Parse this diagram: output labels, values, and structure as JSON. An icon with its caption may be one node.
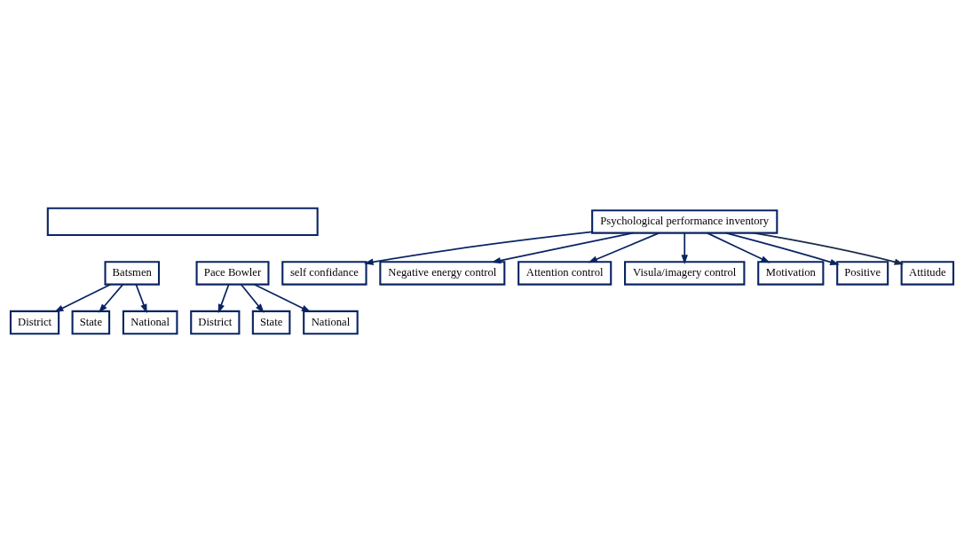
{
  "diagram": {
    "nodes": [
      {
        "text": [],
        "shape": "box"
      },
      {
        "text": [
          "Batsmen"
        ]
      },
      {
        "text": [
          "District"
        ]
      },
      {
        "text": [
          "State"
        ]
      },
      {
        "text": [
          "National"
        ]
      },
      {
        "text": [
          "Pace Bowler"
        ]
      },
      {
        "text": [
          "District"
        ]
      },
      {
        "text": [
          "State"
        ]
      },
      {
        "text": [
          "National"
        ]
      },
      {
        "text": [
          "self confidance"
        ]
      },
      {
        "text": [
          "Negative energy control"
        ]
      },
      {
        "text": [
          "Attention control"
        ]
      },
      {
        "text": [
          "Visula/imagery control"
        ]
      },
      {
        "text": [
          "Motivation"
        ]
      },
      {
        "text": [
          "Positive"
        ]
      },
      {
        "text": [
          "Attitude"
        ]
      },
      {
        "text": [
          "Psychological performance inventory"
        ]
      }
    ],
    "edges": [
      {
        "from": 1,
        "to": 2,
        "arrow": "to"
      },
      {
        "from": 1,
        "to": 3,
        "arrow": "to"
      },
      {
        "from": 1,
        "to": 4,
        "arrow": "to"
      },
      {
        "from": 5,
        "to": 6,
        "arrow": "to"
      },
      {
        "from": 5,
        "to": 7,
        "arrow": "to"
      },
      {
        "from": 5,
        "to": 8,
        "arrow": "to"
      },
      {
        "from": 16,
        "to": 9,
        "arrow": "to"
      },
      {
        "from": 16,
        "to": 10,
        "arrow": "to"
      },
      {
        "from": 16,
        "to": 11,
        "arrow": "to"
      },
      {
        "from": 16,
        "to": 12,
        "arrow": "to"
      },
      {
        "from": 16,
        "to": 13,
        "arrow": "to"
      },
      {
        "from": 16,
        "to": 14,
        "arrow": "to"
      },
      {
        "from": 16,
        "to": 15,
        "arrow": "to",
        "color": "#1a2b4a"
      }
    ]
  }
}
